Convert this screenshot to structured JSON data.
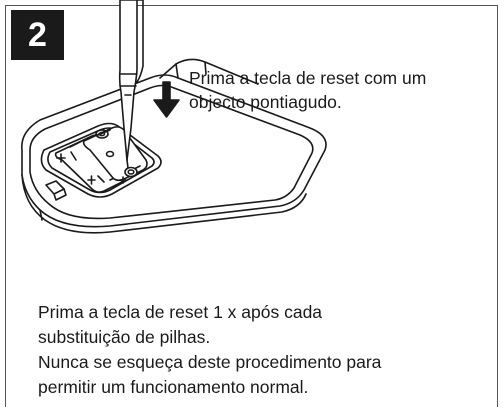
{
  "step": {
    "number": "2"
  },
  "illustration": {
    "icon": "remote-battery-compartment-reset-icon",
    "arrow_icon": "down-arrow-icon",
    "tool_icon": "pointed-tool-icon"
  },
  "callout": {
    "line1": "Prima a tecla de reset com um",
    "line2": "objecto pontiagudo."
  },
  "note": {
    "line1": "Prima a tecla de reset 1 x após cada",
    "line2": "substituição de pilhas.",
    "line3": "Nunca se esqueça deste procedimento para",
    "line4": "permitir um funcionamento normal."
  }
}
